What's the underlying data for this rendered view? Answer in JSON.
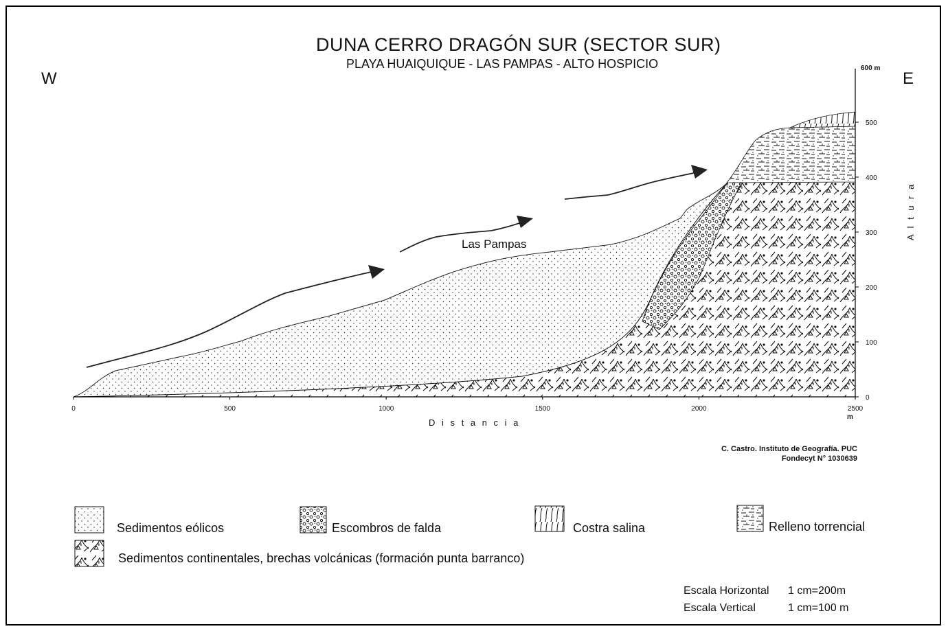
{
  "title": "DUNA CERRO  DRAGÓN  SUR  (SECTOR SUR)",
  "subtitle": "PLAYA HUAIQUIQUE - LAS PAMPAS -  ALTO HOSPICIO",
  "directions": {
    "west": "W",
    "east": "E"
  },
  "place_label": "Las Pampas",
  "axes": {
    "x_label": "D i s t a n c i a",
    "x_unit": "m",
    "x_ticks": [
      "0",
      "500",
      "1000",
      "1500",
      "2000",
      "2500"
    ],
    "y_label": "A l t u r a",
    "y_top_label": "600 m",
    "y_ticks": [
      "0",
      "100",
      "200",
      "300",
      "400",
      "500"
    ]
  },
  "credit": {
    "line1": "C. Castro. Instituto de Geografía. PUC",
    "line2": "Fondecyt N° 1030639"
  },
  "legend": {
    "eolicos": "Sedimentos eólicos",
    "escombros": "Escombros de falda",
    "costra": "Costra salina",
    "relleno": "Relleno torrencial",
    "continentales": "Sedimentos continentales, brechas volcánicas (formación punta barranco)"
  },
  "scale": {
    "horizontal_label": "Escala Horizontal",
    "horizontal_value": "1 cm=200m",
    "vertical_label": "Escala Vertical",
    "vertical_value": "1 cm=100 m"
  }
}
